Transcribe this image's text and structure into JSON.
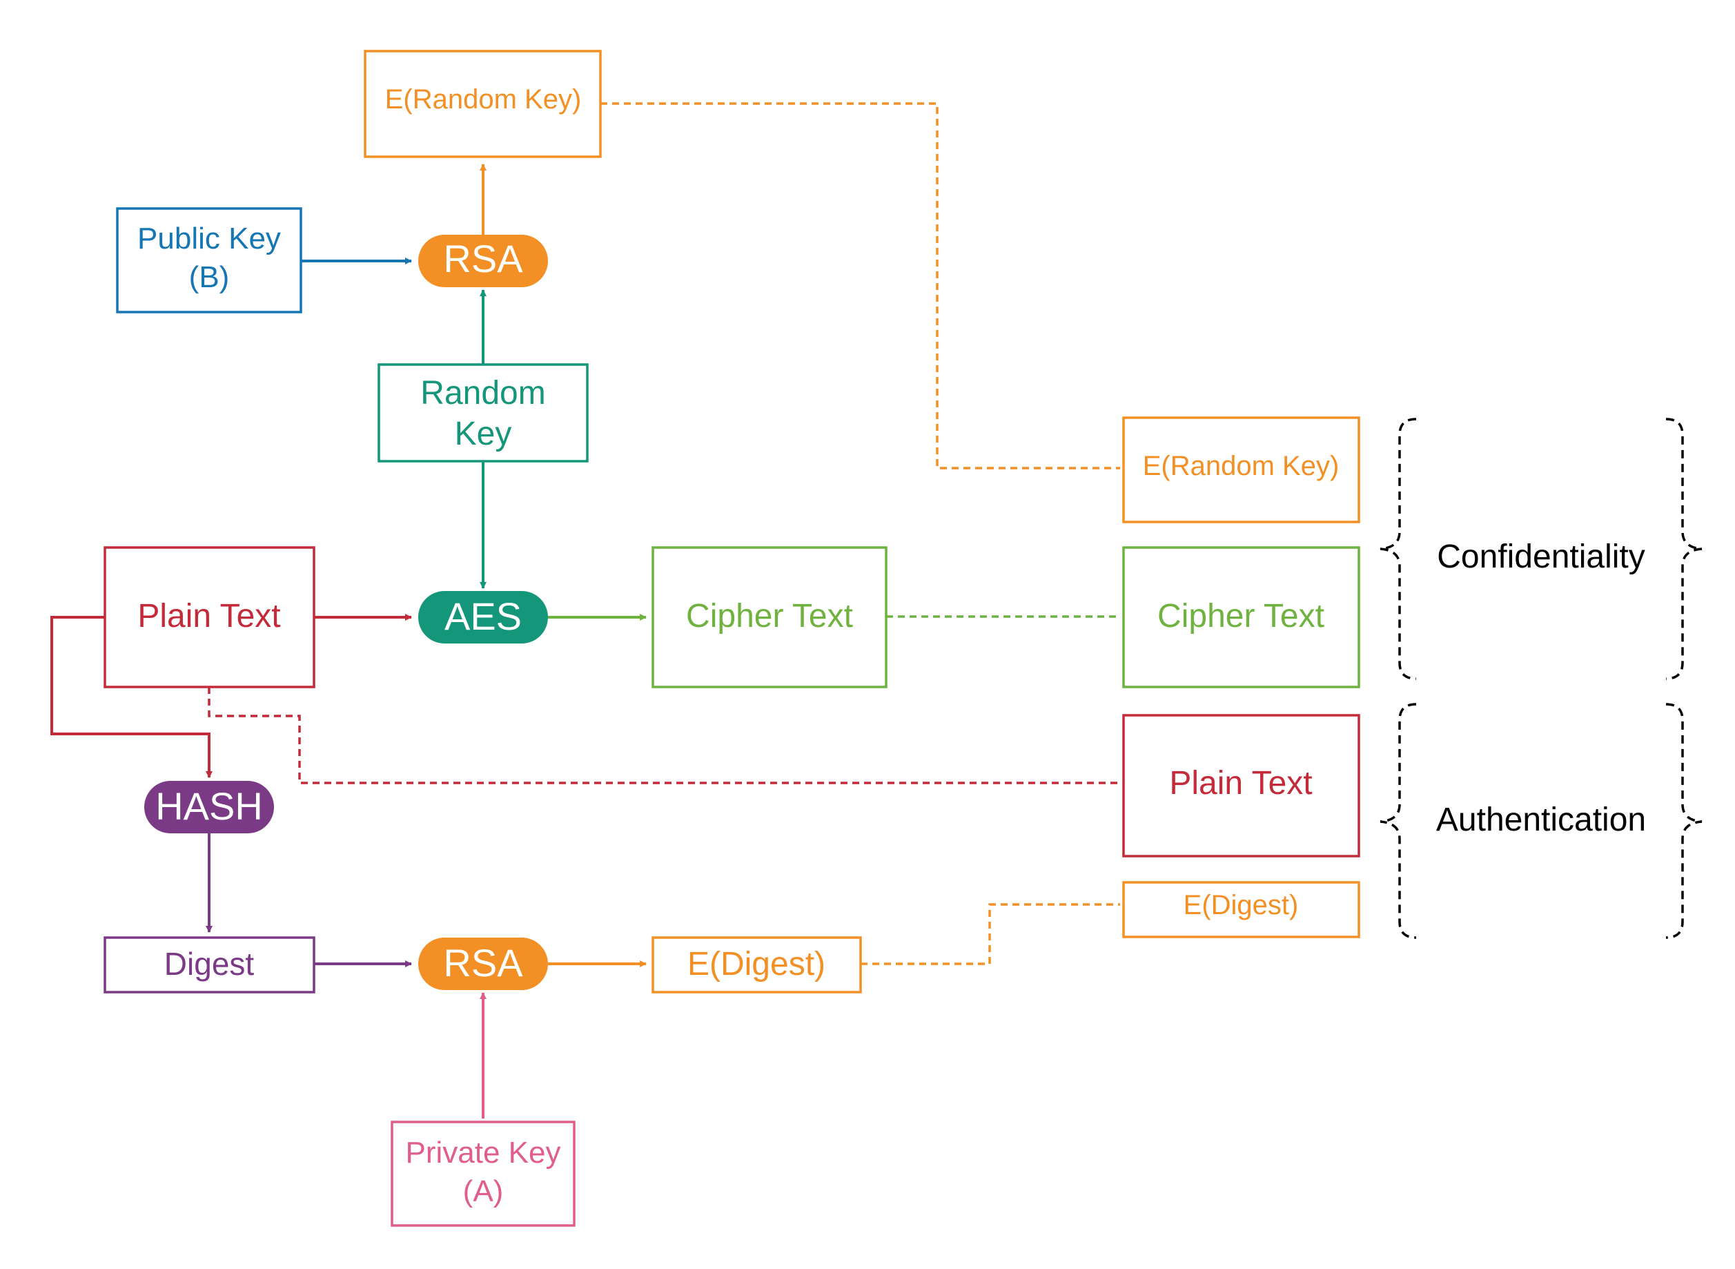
{
  "colors": {
    "orange": "#F29025",
    "blue": "#1676B4",
    "teal": "#14967A",
    "red": "#C42B3A",
    "green": "#6FB240",
    "purple": "#7B3A86",
    "pink": "#E05E8E",
    "black": "#000000"
  },
  "nodes": {
    "e_random_key_top": "E(Random Key)",
    "public_key_line1": "Public Key",
    "public_key_line2": "(B)",
    "rsa_top": "RSA",
    "random_key_line1": "Random",
    "random_key_line2": "Key",
    "plain_text_left": "Plain Text",
    "aes": "AES",
    "cipher_text_mid": "Cipher Text",
    "hash": "HASH",
    "digest": "Digest",
    "rsa_bottom": "RSA",
    "e_digest_mid": "E(Digest)",
    "private_key_line1": "Private Key",
    "private_key_line2": "(A)",
    "e_random_key_right": "E(Random Key)",
    "cipher_text_right": "Cipher Text",
    "plain_text_right": "Plain Text",
    "e_digest_right": "E(Digest)"
  },
  "groups": {
    "confidentiality": "Confidentiality",
    "authentication": "Authentication"
  }
}
